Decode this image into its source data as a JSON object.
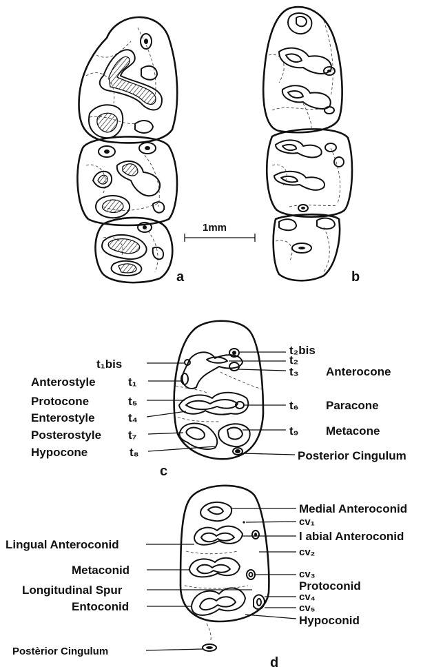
{
  "scale_bar": {
    "label": "1mm"
  },
  "panels": {
    "a": "a",
    "b": "b",
    "c": "c",
    "d": "d"
  },
  "panel_c": {
    "left_labels": {
      "t1bis": "t₁bis",
      "anterostyle": "Anterostyle",
      "t1": "t₁",
      "protocone": "Protocone",
      "t5": "t₅",
      "enterostyle": "Enterostyle",
      "t4": "t₄",
      "posterostyle": "Posterostyle",
      "t7": "t₇",
      "hypocone": "Hypocone",
      "t8": "t₈"
    },
    "right_labels": {
      "t2bis": "t₂bis",
      "t2": "t₂",
      "t3": "t₃",
      "anterocone": "Anterocone",
      "t6": "t₆",
      "paracone": "Paracone",
      "t9": "t₉",
      "metacone": "Metacone",
      "posterior_cingulum": "Posterior Cingulum"
    }
  },
  "panel_d": {
    "left_labels": {
      "lingual_anteroconid": "Lingual Anteroconid",
      "metaconid": "Metaconid",
      "longitudinal_spur": "Longitudinal Spur",
      "entoconid": "Entoconid",
      "posterior_cingulum": "Postèrior Cingulum"
    },
    "right_labels": {
      "medial_anteroconid": "Medial Anteroconid",
      "cv1": "cv₁",
      "labial_anteroconid": "l abial   Anteroconid",
      "cv2": "cv₂",
      "cv3": "cv₃",
      "protoconid": "Protoconid",
      "cv4": "cv₄",
      "cv5": "cv₅",
      "hypoconid": "Hypoconid"
    }
  }
}
